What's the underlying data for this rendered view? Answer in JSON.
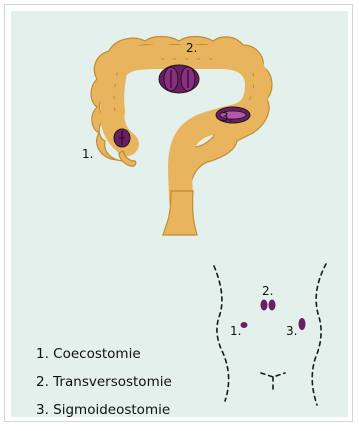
{
  "diagram": {
    "colors": {
      "background": "#e4f0ec",
      "colon": "#e8b55e",
      "colon_outline": "#c18b33",
      "stoma": "#6a1f62",
      "stoma_light": "#b25aa5",
      "outline": "#1a1a1a"
    },
    "colon_labels": {
      "transverse": "2.",
      "sigmoid": "3.",
      "caecum": "1."
    },
    "body_labels": {
      "transverse": "2.",
      "caecum": "1.",
      "sigmoid": "3."
    },
    "legend": [
      "1. Coecostomie",
      "2. Transversostomie",
      "3. Sigmoideostomie"
    ]
  }
}
